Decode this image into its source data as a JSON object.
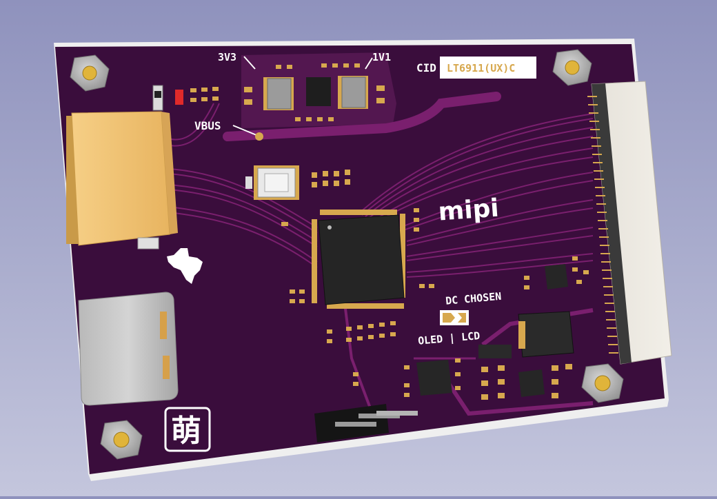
{
  "scene": {
    "description_free": true,
    "board_color": "#3a0d3c",
    "trace_color": "#7a1f6e",
    "pad_color": "#d7a84e",
    "silkscreen_color": "#ffffff",
    "background_color": "#a6a9cb"
  },
  "silkscreen": {
    "label_3v3": "3V3",
    "label_1v1": "1V1",
    "label_cid": "CID",
    "cid_value": "LT6911(UX)C",
    "label_vbus": "VBUS",
    "logo_mipi": "mipi",
    "label_dc_chosen": "DC CHOSEN",
    "label_oled_lcd": "OLED | LCD",
    "logo_glyph": "萌"
  },
  "icons": {
    "mount_hole": "hex-standoff-icon",
    "texas_logo": "texas-map-icon"
  }
}
